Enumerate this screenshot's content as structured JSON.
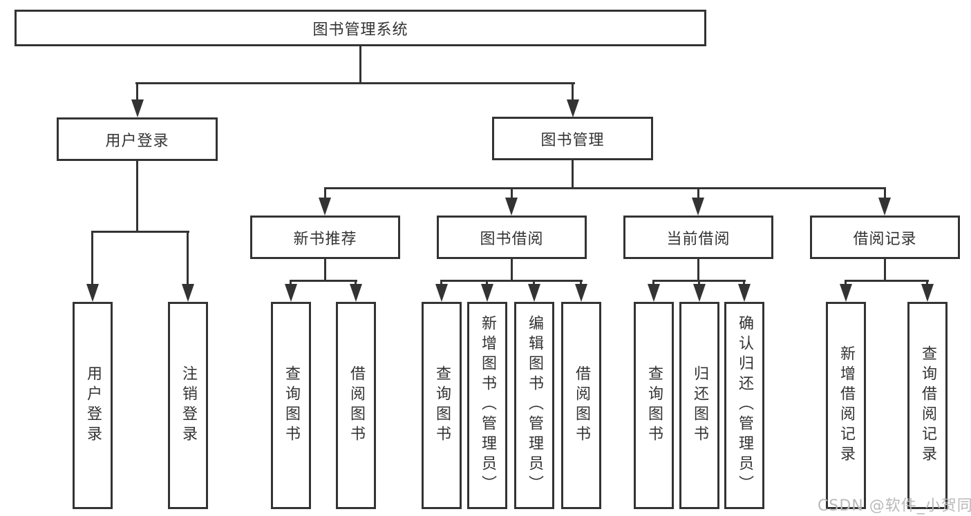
{
  "diagram": {
    "title_node": {
      "label": "图书管理系统"
    },
    "level2": [
      {
        "label": "用户登录"
      },
      {
        "label": "图书管理"
      }
    ],
    "level3": [
      {
        "label": "新书推荐",
        "parent": "图书管理"
      },
      {
        "label": "图书借阅",
        "parent": "图书管理"
      },
      {
        "label": "当前借阅",
        "parent": "图书管理"
      },
      {
        "label": "借阅记录",
        "parent": "图书管理"
      }
    ],
    "leaves": [
      {
        "label": "用户登录",
        "parent": "用户登录"
      },
      {
        "label": "注销登录",
        "parent": "用户登录"
      },
      {
        "label": "查询图书",
        "parent": "新书推荐"
      },
      {
        "label": "借阅图书",
        "parent": "新书推荐"
      },
      {
        "label": "查询图书",
        "parent": "图书借阅"
      },
      {
        "label": "新增图书（管理员）",
        "parent": "图书借阅"
      },
      {
        "label": "编辑图书（管理员）",
        "parent": "图书借阅"
      },
      {
        "label": "借阅图书",
        "parent": "图书借阅"
      },
      {
        "label": "查询图书",
        "parent": "当前借阅"
      },
      {
        "label": "归还图书",
        "parent": "当前借阅"
      },
      {
        "label": "确认归还（管理员）",
        "parent": "当前借阅"
      },
      {
        "label": "新增借阅记录",
        "parent": "借阅记录"
      },
      {
        "label": "查询借阅记录",
        "parent": "借阅记录"
      }
    ]
  },
  "watermark": {
    "text": "CSDN @软件_小贺同学"
  },
  "colors": {
    "line": "#333333",
    "text": "#333333",
    "background": "#ffffff",
    "watermark": "#b9b9b9"
  }
}
